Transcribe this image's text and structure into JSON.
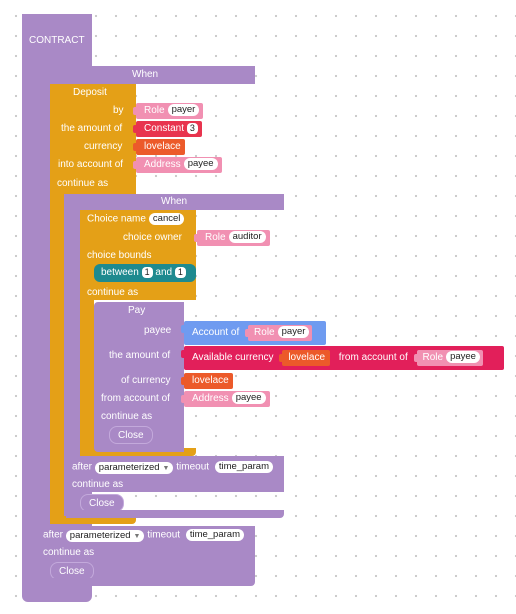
{
  "contract": {
    "title": "CONTRACT"
  },
  "when_outer": {
    "title": "When",
    "deposit": {
      "title": "Deposit",
      "by_label": "by",
      "by_role_label": "Role",
      "by_role_value": "payer",
      "amount_label": "the amount of",
      "amount_constant_label": "Constant",
      "amount_value": "3",
      "currency_label": "currency",
      "currency_value": "lovelace",
      "into_account_label": "into account of",
      "into_address_label": "Address",
      "into_address_value": "payee",
      "continue_label": "continue as"
    },
    "timeout": {
      "after_label": "after",
      "kind": "parameterized",
      "timeout_label": "timeout",
      "timeout_value": "time_param",
      "continue_label": "continue as",
      "close_label": "Close"
    }
  },
  "when_inner": {
    "title": "When",
    "choice": {
      "name_label": "Choice name",
      "name_value": "cancel",
      "owner_label": "choice owner",
      "owner_role_label": "Role",
      "owner_role_value": "auditor",
      "bounds_label": "choice bounds",
      "between_label": "between",
      "bound_low": "1",
      "and_label": "and",
      "bound_high": "1",
      "continue_label": "continue as"
    },
    "pay": {
      "title": "Pay",
      "payee_label": "payee",
      "account_of_label": "Account of",
      "payee_role_label": "Role",
      "payee_role_value": "payer",
      "amount_label": "the amount of",
      "available_currency_label": "Available currency",
      "available_currency_value": "lovelace",
      "from_account_label": "from account of",
      "from_role_label": "Role",
      "from_role_value": "payee",
      "of_currency_label": "of currency",
      "of_currency_value": "lovelace",
      "from_account2_label": "from account of",
      "from_address_label": "Address",
      "from_address_value": "payee",
      "continue_label": "continue as",
      "close_label": "Close"
    },
    "timeout": {
      "after_label": "after",
      "kind": "parameterized",
      "timeout_label": "timeout",
      "timeout_value": "time_param",
      "continue_label": "continue as",
      "close_label": "Close"
    }
  },
  "colors": {
    "contract_purple": "#a989c6",
    "deposit_orange": "#e4a017",
    "role_pink": "#f190b2",
    "constant_red": "#e8344e",
    "currency_orange": "#ec5a2a",
    "account_blue": "#6f9bf0",
    "bounds_teal": "#1e8a8f",
    "available_crimson": "#e21f5a"
  }
}
